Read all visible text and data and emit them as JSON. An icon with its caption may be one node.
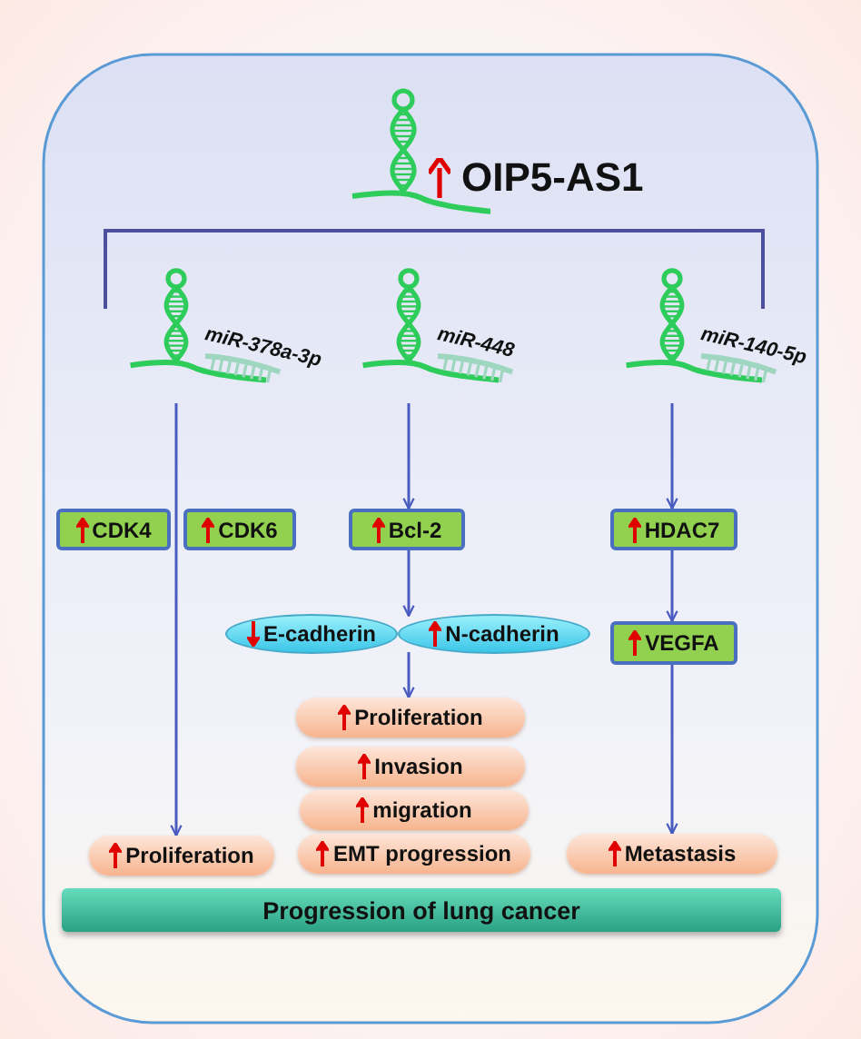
{
  "diagram": {
    "nodes": [
      {
        "text": [
          "OIP5-AS1"
        ]
      },
      {
        "text": [
          "miR-378a-3p"
        ]
      },
      {
        "text": [
          "miR-448"
        ]
      },
      {
        "text": [
          "miR-140-5p"
        ]
      },
      {
        "text": [
          "CDK4"
        ]
      },
      {
        "text": [
          "CDK6"
        ]
      },
      {
        "text": [
          "Bcl-2"
        ]
      },
      {
        "text": [
          "HDAC7"
        ]
      },
      {
        "text": [
          "E-cadherin"
        ]
      },
      {
        "text": [
          "N-cadherin"
        ]
      },
      {
        "text": [
          "VEGFA"
        ]
      },
      {
        "text": [
          "Proliferation"
        ]
      },
      {
        "text": [
          "Proliferation"
        ]
      },
      {
        "text": [
          "Invasion"
        ]
      },
      {
        "text": [
          "migration"
        ]
      },
      {
        "text": [
          "EMT progression"
        ]
      },
      {
        "text": [
          "Metastasis"
        ]
      },
      {
        "text": [
          "Progression of lung cancer"
        ]
      }
    ],
    "edges": [
      {
        "from": 1,
        "to": 11,
        "arrow": "to"
      },
      {
        "from": 2,
        "to": 6,
        "arrow": "to"
      },
      {
        "from": 6,
        "to": 8,
        "arrow": "to"
      },
      {
        "from": 6,
        "to": 9,
        "arrow": "to"
      },
      {
        "from": 8,
        "to": 12,
        "arrow": "to"
      },
      {
        "from": 9,
        "to": 12,
        "arrow": "to"
      },
      {
        "from": 3,
        "to": 7,
        "arrow": "to"
      },
      {
        "from": 7,
        "to": 10,
        "arrow": "to"
      },
      {
        "from": 10,
        "to": 16,
        "arrow": "to"
      }
    ]
  }
}
